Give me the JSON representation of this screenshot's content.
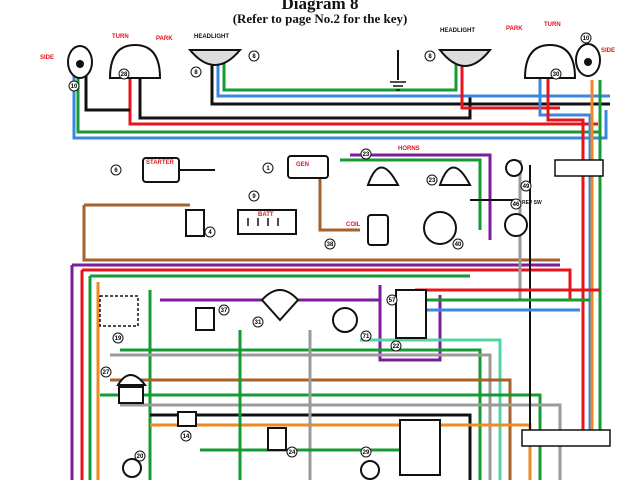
{
  "title": "Diagram 8",
  "subtitle": "(Refer to page No.2 for the key)",
  "labels": {
    "side_left": "SIDE",
    "turn_left": "TURN",
    "park_left": "PARK",
    "headlight_left": "HEADLIGHT",
    "headlight_right": "HEADLIGHT",
    "park_right": "PARK",
    "turn_right": "TURN",
    "side_right": "SIDE",
    "starter": "STARTER",
    "gen": "GEN",
    "horns": "HORNS",
    "batt": "BATT",
    "coil": "COIL",
    "rev_sw": "REV SW"
  },
  "component_numbers": {
    "c_side_left": "10",
    "c_turn_left": "28",
    "c_headlight_left": "8",
    "c_headlight_left_b": "8",
    "c_headlight_right": "8",
    "c_park_right": "30",
    "c_side_right": "10",
    "c_starter": "6",
    "c_gen": "1",
    "c_horns": "23",
    "c_horns_b": "23",
    "c_batt": "9",
    "c_relay": "4",
    "c_coil": "38",
    "c_dist": "40",
    "c_rev": "49",
    "c_rev_b": "46",
    "c_fuse": "57",
    "c_wiper": "37",
    "c_sw": "71",
    "c_mid": "31",
    "c_flasher": "27",
    "c_panel": "19",
    "c_box": "22",
    "c_low1": "14",
    "c_low2": "24",
    "c_low3": "20",
    "c_low4": "29"
  },
  "colors": {
    "red": "#e8141c",
    "green": "#159a34",
    "blue": "#3a87e0",
    "brown": "#a4622c",
    "purple": "#7a1e9c",
    "black": "#111111",
    "grey": "#9a9a9a",
    "lightgreen": "#54d3a4",
    "orange": "#ee8a22"
  }
}
